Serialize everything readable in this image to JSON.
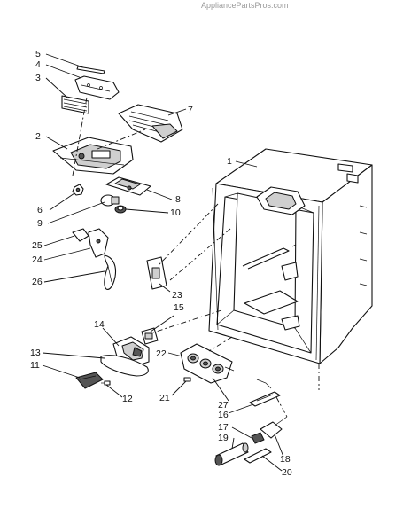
{
  "watermark": "AppliancePartsPros.com",
  "callouts": [
    {
      "id": "c5",
      "label": "5"
    },
    {
      "id": "c4",
      "label": "4"
    },
    {
      "id": "c3",
      "label": "3"
    },
    {
      "id": "c7",
      "label": "7"
    },
    {
      "id": "c2",
      "label": "2"
    },
    {
      "id": "c1",
      "label": "1"
    },
    {
      "id": "c8",
      "label": "8"
    },
    {
      "id": "c6",
      "label": "6"
    },
    {
      "id": "c9",
      "label": "9"
    },
    {
      "id": "c10",
      "label": "10"
    },
    {
      "id": "c25",
      "label": "25"
    },
    {
      "id": "c24",
      "label": "24"
    },
    {
      "id": "c26",
      "label": "26"
    },
    {
      "id": "c23",
      "label": "23"
    },
    {
      "id": "c15",
      "label": "15"
    },
    {
      "id": "c14",
      "label": "14"
    },
    {
      "id": "c13",
      "label": "13"
    },
    {
      "id": "c22",
      "label": "22"
    },
    {
      "id": "c11",
      "label": "11"
    },
    {
      "id": "c12",
      "label": "12"
    },
    {
      "id": "c21",
      "label": "21"
    },
    {
      "id": "c27",
      "label": "27"
    },
    {
      "id": "c16",
      "label": "16"
    },
    {
      "id": "c17",
      "label": "17"
    },
    {
      "id": "c19",
      "label": "19"
    },
    {
      "id": "c18",
      "label": "18"
    },
    {
      "id": "c20",
      "label": "20"
    }
  ]
}
